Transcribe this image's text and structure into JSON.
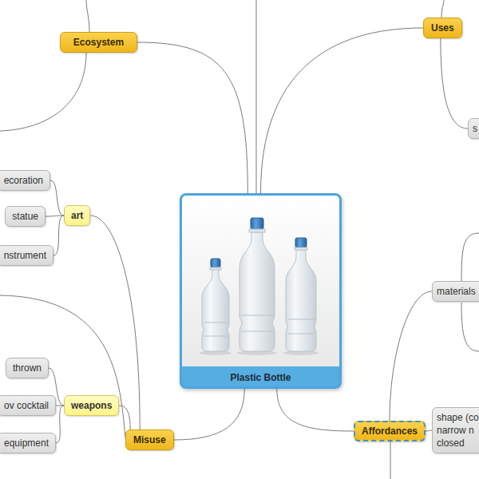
{
  "diagram": {
    "nodes": [
      {
        "text": [
          "Plastic Bottle"
        ]
      },
      {
        "text": [
          "Ecosystem"
        ]
      },
      {
        "text": [
          "Uses"
        ]
      },
      {
        "text": [
          "s"
        ]
      },
      {
        "text": [
          "ecoration"
        ]
      },
      {
        "text": [
          "art"
        ]
      },
      {
        "text": [
          "statue"
        ]
      },
      {
        "text": [
          "nstrument"
        ]
      },
      {
        "text": [
          "thrown"
        ]
      },
      {
        "text": [
          "weapons"
        ]
      },
      {
        "text": [
          "ov cocktail"
        ]
      },
      {
        "text": [
          "equipment"
        ]
      },
      {
        "text": [
          "Misuse"
        ]
      },
      {
        "text": [
          "materials"
        ]
      },
      {
        "text": [
          "Affordances"
        ]
      },
      {
        "text": [
          "shape (co narrow n closed"
        ]
      }
    ],
    "edges": [
      {
        "from": 0,
        "to": 1,
        "arrow": "none"
      },
      {
        "from": 0,
        "to": 2,
        "arrow": "none"
      },
      {
        "from": 2,
        "to": 3,
        "arrow": "none"
      },
      {
        "from": 0,
        "to": 12,
        "arrow": "none"
      },
      {
        "from": 0,
        "to": 14,
        "arrow": "none"
      },
      {
        "from": 12,
        "to": 5,
        "arrow": "none"
      },
      {
        "from": 12,
        "to": 9,
        "arrow": "none"
      },
      {
        "from": 5,
        "to": 4,
        "arrow": "none"
      },
      {
        "from": 5,
        "to": 6,
        "arrow": "none"
      },
      {
        "from": 5,
        "to": 7,
        "arrow": "none"
      },
      {
        "from": 9,
        "to": 8,
        "arrow": "none"
      },
      {
        "from": 9,
        "to": 10,
        "arrow": "none"
      },
      {
        "from": 9,
        "to": 11,
        "arrow": "none"
      },
      {
        "from": 14,
        "to": 13,
        "arrow": "none"
      },
      {
        "from": 14,
        "to": 15,
        "arrow": "none"
      }
    ]
  }
}
